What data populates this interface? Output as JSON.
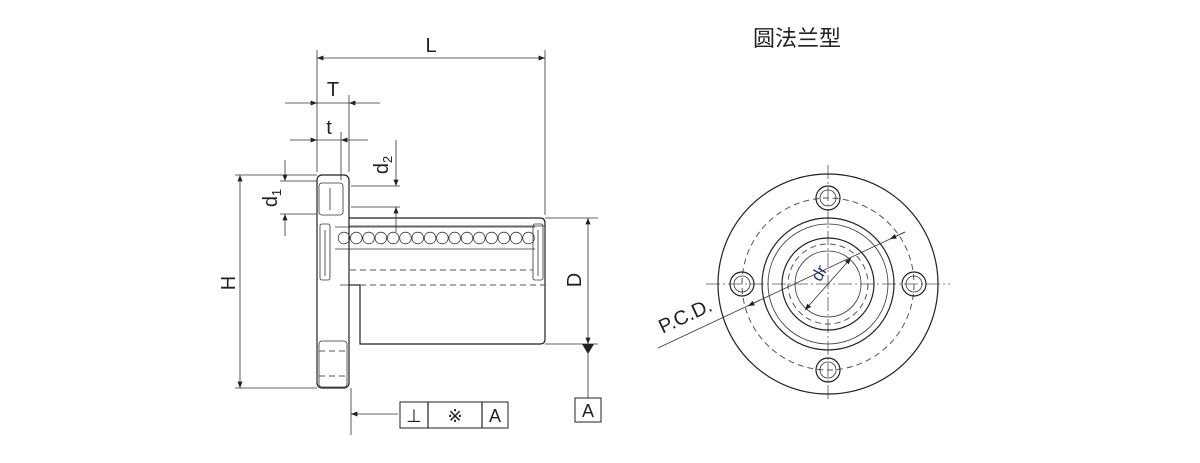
{
  "title": "圆法兰型",
  "dimensions": {
    "L": "L",
    "T": "T",
    "t": "t",
    "d2_main": "d",
    "d2_sub": "2",
    "d1_main": "d",
    "d1_sub": "1",
    "H": "H",
    "D": "D",
    "dr": "dr",
    "pcd": "P.C.D."
  },
  "tolerance_frame": {
    "symbol_perpendicular": "⊥",
    "symbol_value": "※",
    "datum_ref": "A"
  },
  "datum_label": "A"
}
